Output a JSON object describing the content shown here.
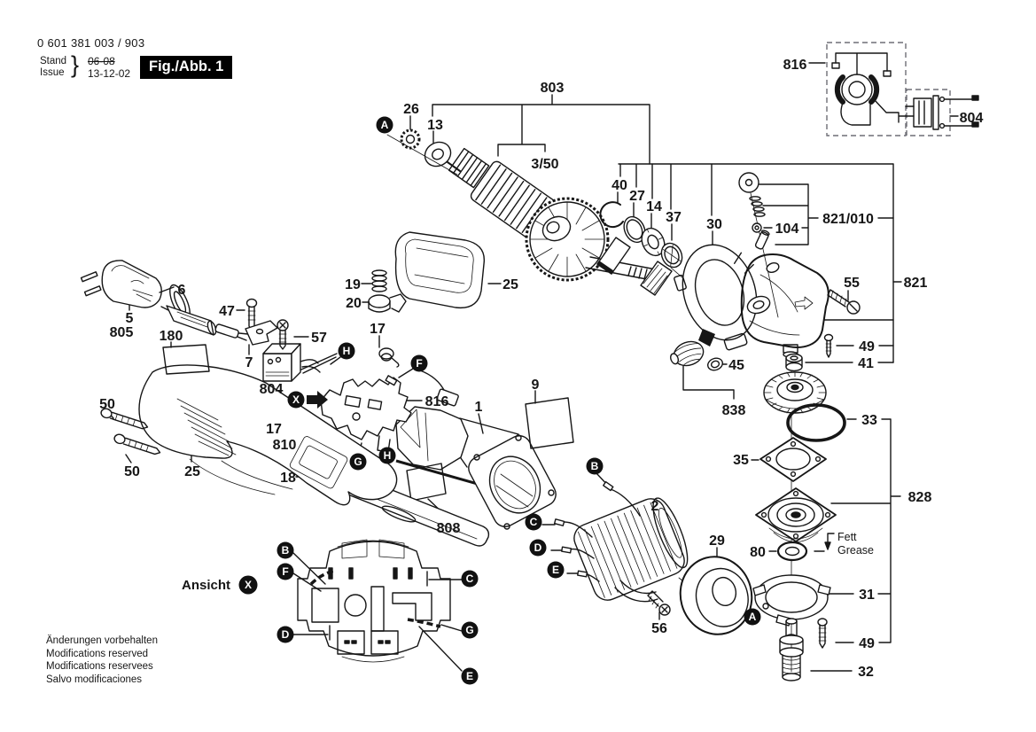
{
  "doc": {
    "part_number": "0 601 381 003 / 903",
    "stand_label": "Stand",
    "issue_label": "Issue",
    "brace": "}",
    "superseded_date": "06-08",
    "issue_date": "13-12-02",
    "figure_label": "Fig./Abb. 1",
    "view_label": "Ansicht",
    "grease_de": "Fett",
    "grease_en": "Grease",
    "footer_lines": [
      "Änderungen vorbehalten",
      "Modifications reserved",
      "Modifications reservees",
      "Salvo modificaciones"
    ]
  },
  "callouts": {
    "n803": "803",
    "n3_50": "3/50",
    "n26": "26",
    "n13": "13",
    "n40": "40",
    "n27": "27",
    "n14": "14",
    "n37": "37",
    "n30": "30",
    "n104": "104",
    "n821_010": "821/010",
    "n55": "55",
    "n821": "821",
    "n49a": "49",
    "n41": "41",
    "n33": "33",
    "n35": "35",
    "n828": "828",
    "n80": "80",
    "n31": "31",
    "n49b": "49",
    "n32": "32",
    "n816_top": "816",
    "n804_right": "804",
    "n838": "838",
    "n45": "45",
    "n19": "19",
    "n20": "20",
    "n25_top": "25",
    "n6": "6",
    "n47": "47",
    "n5": "5",
    "n805": "805",
    "n180": "180",
    "n57": "57",
    "n7": "7",
    "n804_left": "804",
    "n816_mid": "816",
    "n17_top": "17",
    "n17_left": "17",
    "n810": "810",
    "n18": "18",
    "n50_upper": "50",
    "n50_lower": "50",
    "n25_shell": "25",
    "n808": "808",
    "n1": "1",
    "n9": "9",
    "n2": "2",
    "n29": "29",
    "n56": "56"
  },
  "letters": {
    "A": "A",
    "B": "B",
    "C": "C",
    "D": "D",
    "E": "E",
    "F": "F",
    "G": "G",
    "H": "H",
    "X": "X"
  }
}
